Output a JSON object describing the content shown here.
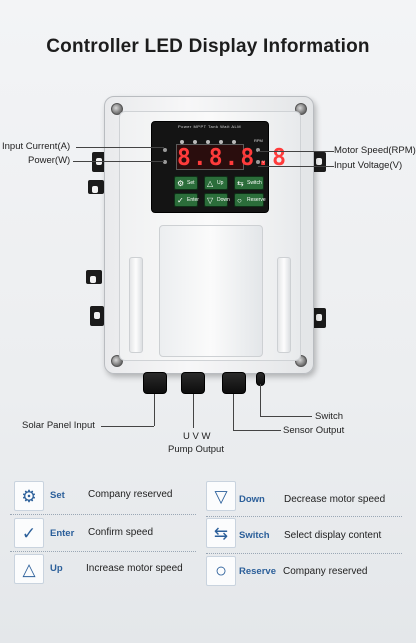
{
  "title": "Controller LED Display Information",
  "panel": {
    "led_labels": "Power MPPT Tank Wait ALM",
    "display_value": "8.8.8.8",
    "right_top_label": "RPM",
    "right_bottom_label": "V",
    "buttons": [
      {
        "label": "Set",
        "icon": "gear-icon"
      },
      {
        "label": "Up",
        "icon": "triangle-up-icon"
      },
      {
        "label": "Switch",
        "icon": "swap-icon"
      },
      {
        "label": "Enter",
        "icon": "check-icon"
      },
      {
        "label": "Down",
        "icon": "triangle-down-icon"
      },
      {
        "label": "Reserve",
        "icon": "circle-icon"
      }
    ]
  },
  "callouts": {
    "input_current": "Input Current(A)",
    "power": "Power(W)",
    "motor_speed": "Motor Speed(RPM)",
    "input_voltage": "Input Voltage(V)",
    "switch": "Switch",
    "sensor_output": "Sensor Output",
    "solar_panel_input": "Solar Panel Input",
    "uvw": "U V W",
    "pump_output": "Pump Output"
  },
  "legend": [
    {
      "key": "Set",
      "desc": "Company reserved",
      "icon": "gear-icon"
    },
    {
      "key": "Down",
      "desc": "Decrease motor speed",
      "icon": "triangle-down-icon"
    },
    {
      "key": "Enter",
      "desc": "Confirm speed",
      "icon": "check-icon"
    },
    {
      "key": "Switch",
      "desc": "Select display content",
      "icon": "swap-icon"
    },
    {
      "key": "Up",
      "desc": "Increase motor speed",
      "icon": "triangle-up-icon"
    },
    {
      "key": "Reserve",
      "desc": "Company reserved",
      "icon": "circle-icon"
    }
  ],
  "colors": {
    "accent": "#2b5f9a",
    "button_green": "#2b6d3a",
    "led_red": "#ff3b3b"
  }
}
